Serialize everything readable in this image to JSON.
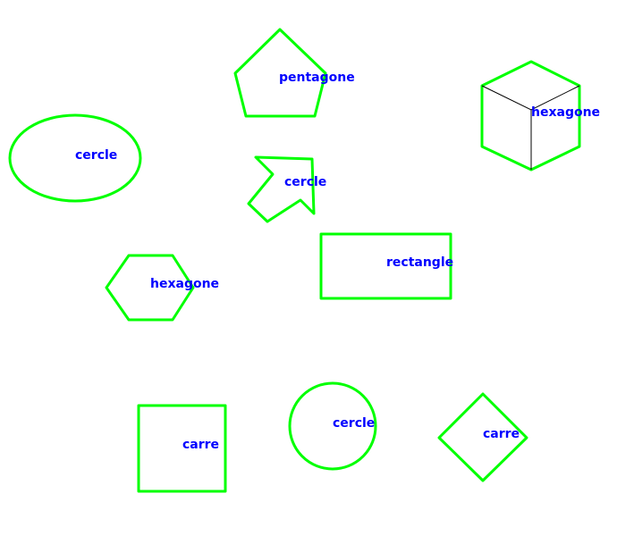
{
  "colors": {
    "background": "#ffffff",
    "outline": "#00ff00",
    "label": "#0000ff",
    "edge": "#000000"
  },
  "labels": {
    "pentagon": "pentagone",
    "cube": "hexagone",
    "ellipse": "cercle",
    "arrow": "cercle",
    "rectangle": "rectangle",
    "hexagon": "hexagone",
    "square": "carre",
    "circle": "cercle",
    "diamond": "carre"
  }
}
